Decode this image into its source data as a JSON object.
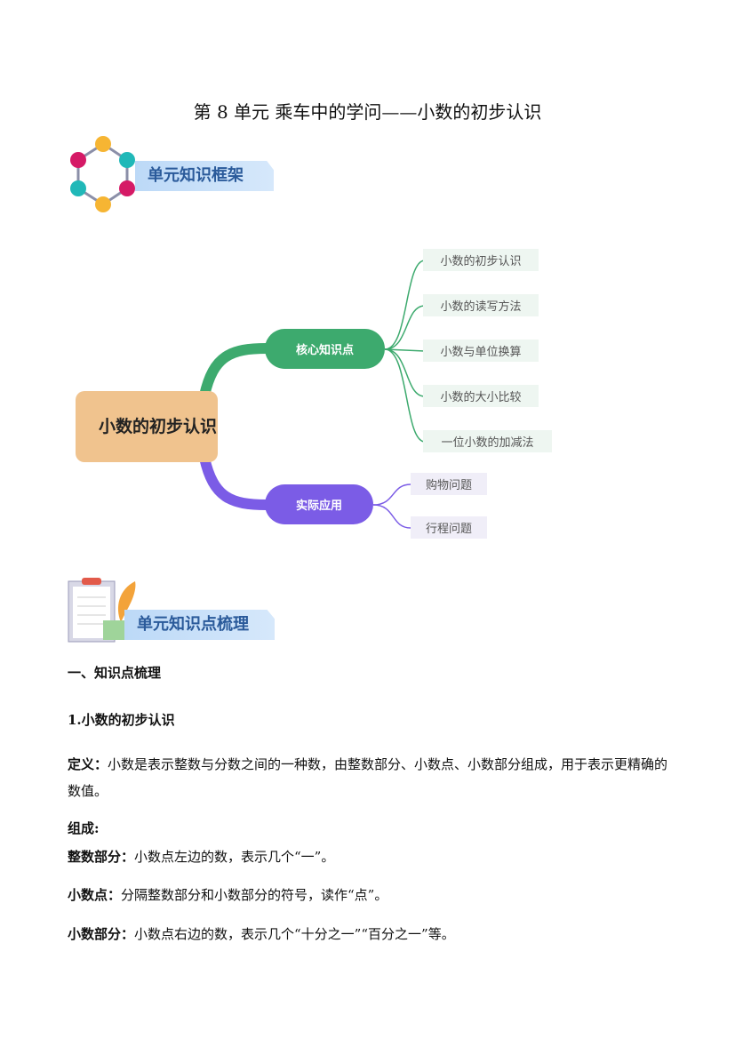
{
  "title": "第 8 单元 乘车中的学问——小数的初步认识",
  "banner1": "单元知识框架",
  "banner2": "单元知识点梳理",
  "mindmap": {
    "root": "小数的初步认识",
    "core": {
      "label": "核心知识点",
      "items": [
        "小数的初步认识",
        "小数的读写方法",
        "小数与单位换算",
        "小数的大小比较",
        "一位小数的加减法"
      ],
      "color": "#3daa6e"
    },
    "apply": {
      "label": "实际应用",
      "items": [
        "购物问题",
        "行程问题"
      ],
      "color": "#7b5ce6"
    }
  },
  "section": {
    "heading": "一、知识点梳理",
    "sub": "1.小数的初步认识",
    "def_label": "定义：",
    "def_text": "小数是表示整数与分数之间的一种数，由整数部分、小数点、小数部分组成，用于表示更精确的数值。",
    "comp_label": "组成:",
    "items": [
      {
        "label": "整数部分：",
        "text": "小数点左边的数，表示几个“一”。"
      },
      {
        "label": "小数点：",
        "text": "分隔整数部分和小数部分的符号，读作“点”。"
      },
      {
        "label": "小数部分：",
        "text": "小数点右边的数，表示几个“十分之一”“百分之一”等。"
      }
    ]
  }
}
